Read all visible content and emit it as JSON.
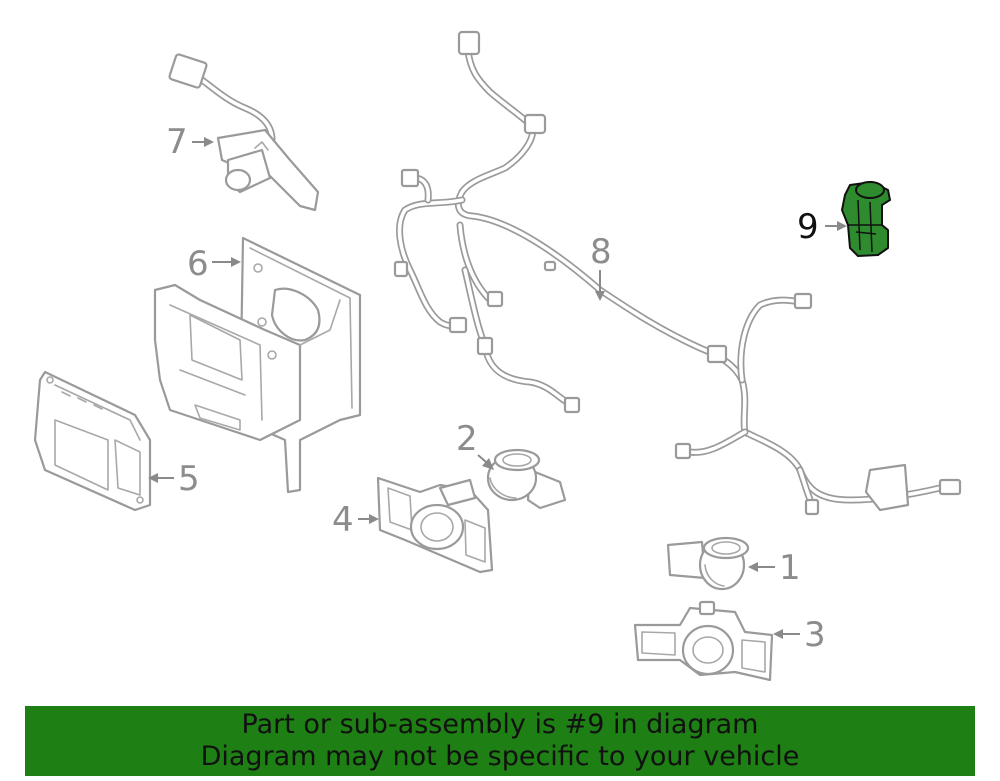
{
  "diagram": {
    "callouts": {
      "c1": "1",
      "c2": "2",
      "c3": "3",
      "c4": "4",
      "c5": "5",
      "c6": "6",
      "c7": "7",
      "c8": "8",
      "c9": "9"
    },
    "highlight_color": "#2e8b2e",
    "line_color": "#9a9a9a"
  },
  "banner": {
    "line1": "Part or sub-assembly is #9 in diagram",
    "line2": "Diagram may not be specific to your vehicle",
    "background": "#1e7f14"
  }
}
